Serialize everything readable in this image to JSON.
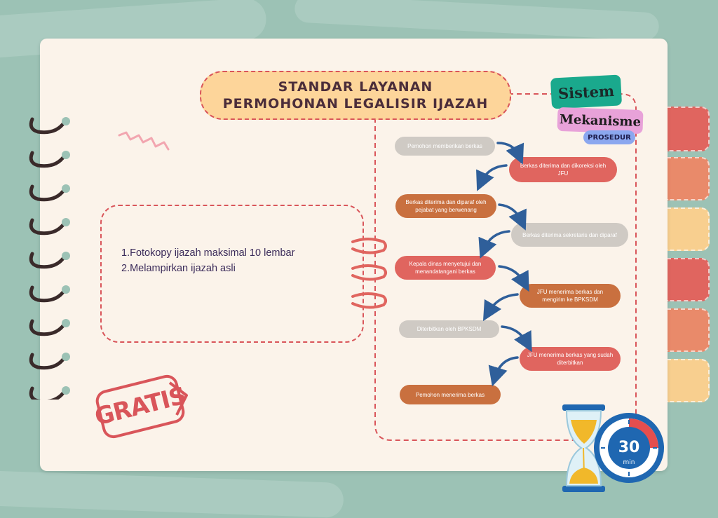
{
  "title": {
    "line1": "STANDAR LAYANAN",
    "line2": "PERMOHONAN LEGALISIR IJAZAH"
  },
  "tags": {
    "sistem": "Sistem",
    "mekanisme": "Mekanisme",
    "prosedur": "PROSEDUR"
  },
  "requirements": [
    "1.Fotokopy ijazah maksimal 10 lembar",
    "2.Melampirkan ijazah asli"
  ],
  "steps": [
    {
      "text": "Pemohon memberikan berkas",
      "style": "gray"
    },
    {
      "text": "Berkas diterima dan dikoreksi oleh JFU",
      "style": "red"
    },
    {
      "text": "Berkas diterima dan diparaf oleh pejabat yang berwenang",
      "style": "brown"
    },
    {
      "text": "Berkas diterima sekretaris dan diparaf",
      "style": "gray"
    },
    {
      "text": "Kepala dinas menyetujui dan menandatangani berkas",
      "style": "red"
    },
    {
      "text": "JFU menerima berkas dan mengirim ke BPKSDM",
      "style": "brown"
    },
    {
      "text": "Diterbitkan oleh BPKSDM",
      "style": "gray"
    },
    {
      "text": "JFU menerima berkas yang sudah diterbitkan",
      "style": "red"
    },
    {
      "text": "Pemohon menerima berkas",
      "style": "brown"
    }
  ],
  "stamp": "GRATIS",
  "timer": {
    "value": "30",
    "unit": "min"
  },
  "colors": {
    "accent_red": "#d9555a",
    "step_red": "#e0655f",
    "step_brown": "#c9703f",
    "step_gray": "#cfcac4",
    "arrow_blue": "#2f5f9a",
    "title_fill": "#fdd59a"
  }
}
